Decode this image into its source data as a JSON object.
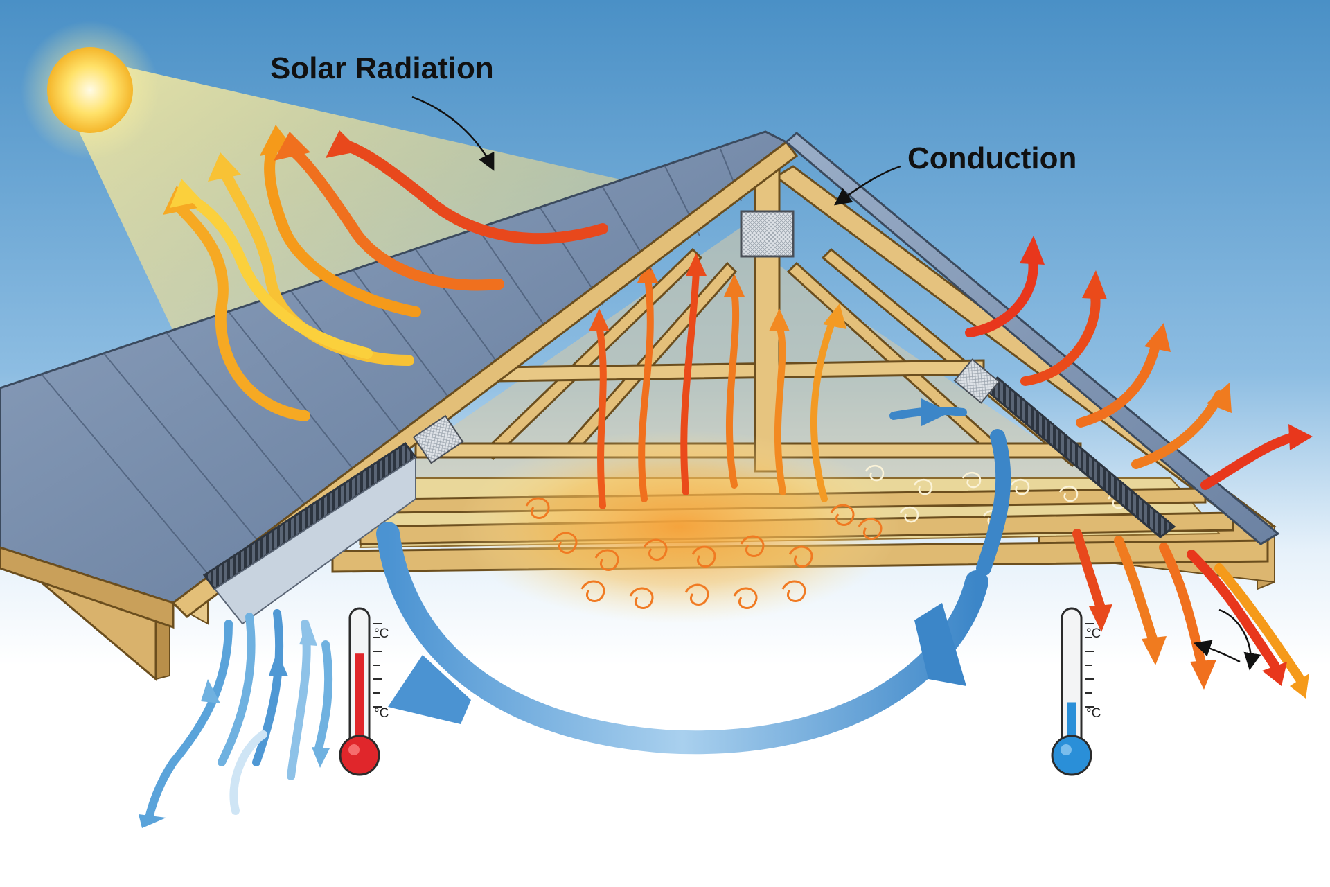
{
  "labels": {
    "solar_radiation": "Solar Radiation",
    "conduction": "Conduction"
  },
  "thermometers": [
    {
      "id": "warm",
      "unit_top": "°C",
      "unit_bottom": "°C",
      "fill_level": 0.72,
      "color": "#e0262b"
    },
    {
      "id": "cool",
      "unit_top": "°C",
      "unit_bottom": "°C",
      "fill_level": 0.35,
      "color": "#2a8fd8"
    }
  ],
  "colors": {
    "sky_top": "#4a90c6",
    "sky_bottom": "#ffffff",
    "roof_metal": "#6f86a6",
    "timber": "#e5c27e",
    "heat_hot": "#e8371c",
    "heat_warm": "#f59a1a",
    "heat_light": "#fbd03c",
    "air_cool": "#3a8fd0",
    "sun": "#ffd84a"
  },
  "icons": {
    "sun": "sun-icon",
    "thermometer": "thermometer-icon"
  }
}
